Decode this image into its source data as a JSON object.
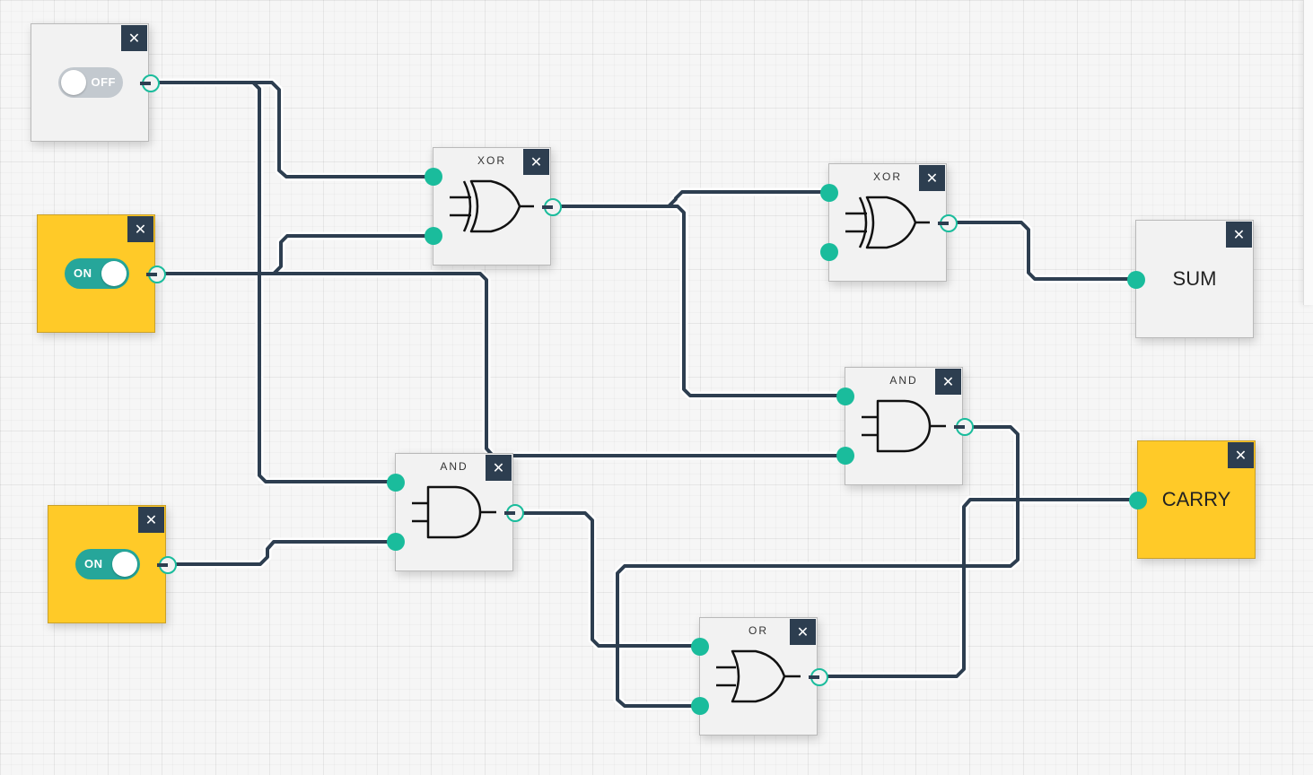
{
  "close_symbol": "✕",
  "colors": {
    "canvas_bg": "#f6f6f6",
    "wire": "#2d3e50",
    "pin": "#1abc9c",
    "active": "#ffca28",
    "toggle_on": "#26a69a",
    "toggle_off": "#c3c9cf",
    "close_bg": "#2d3e50"
  },
  "switches": [
    {
      "id": "switch-a",
      "state_text": "OFF",
      "on": false
    },
    {
      "id": "switch-b",
      "state_text": "ON",
      "on": true
    },
    {
      "id": "switch-cin",
      "state_text": "ON",
      "on": true
    }
  ],
  "gates": [
    {
      "id": "xor-1",
      "label": "XOR",
      "icon": "xor-gate-icon"
    },
    {
      "id": "xor-2",
      "label": "XOR",
      "icon": "xor-gate-icon"
    },
    {
      "id": "and-1",
      "label": "AND",
      "icon": "and-gate-icon"
    },
    {
      "id": "and-2",
      "label": "AND",
      "icon": "and-gate-icon"
    },
    {
      "id": "or-1",
      "label": "OR",
      "icon": "or-gate-icon"
    }
  ],
  "outputs": [
    {
      "id": "sum",
      "label": "SUM",
      "on": false
    },
    {
      "id": "carry",
      "label": "CARRY",
      "on": true
    }
  ]
}
